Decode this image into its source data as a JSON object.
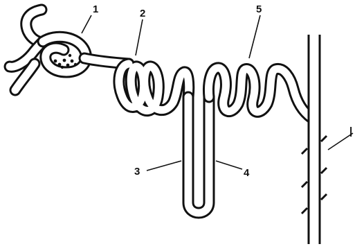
{
  "figure": {
    "labels": [
      {
        "id": "label-1",
        "text": "1"
      },
      {
        "id": "label-2",
        "text": "2"
      },
      {
        "id": "label-3",
        "text": "3"
      },
      {
        "id": "label-4",
        "text": "4"
      },
      {
        "id": "label-5",
        "text": "5"
      },
      {
        "id": "label-6",
        "text": "|"
      }
    ]
  }
}
